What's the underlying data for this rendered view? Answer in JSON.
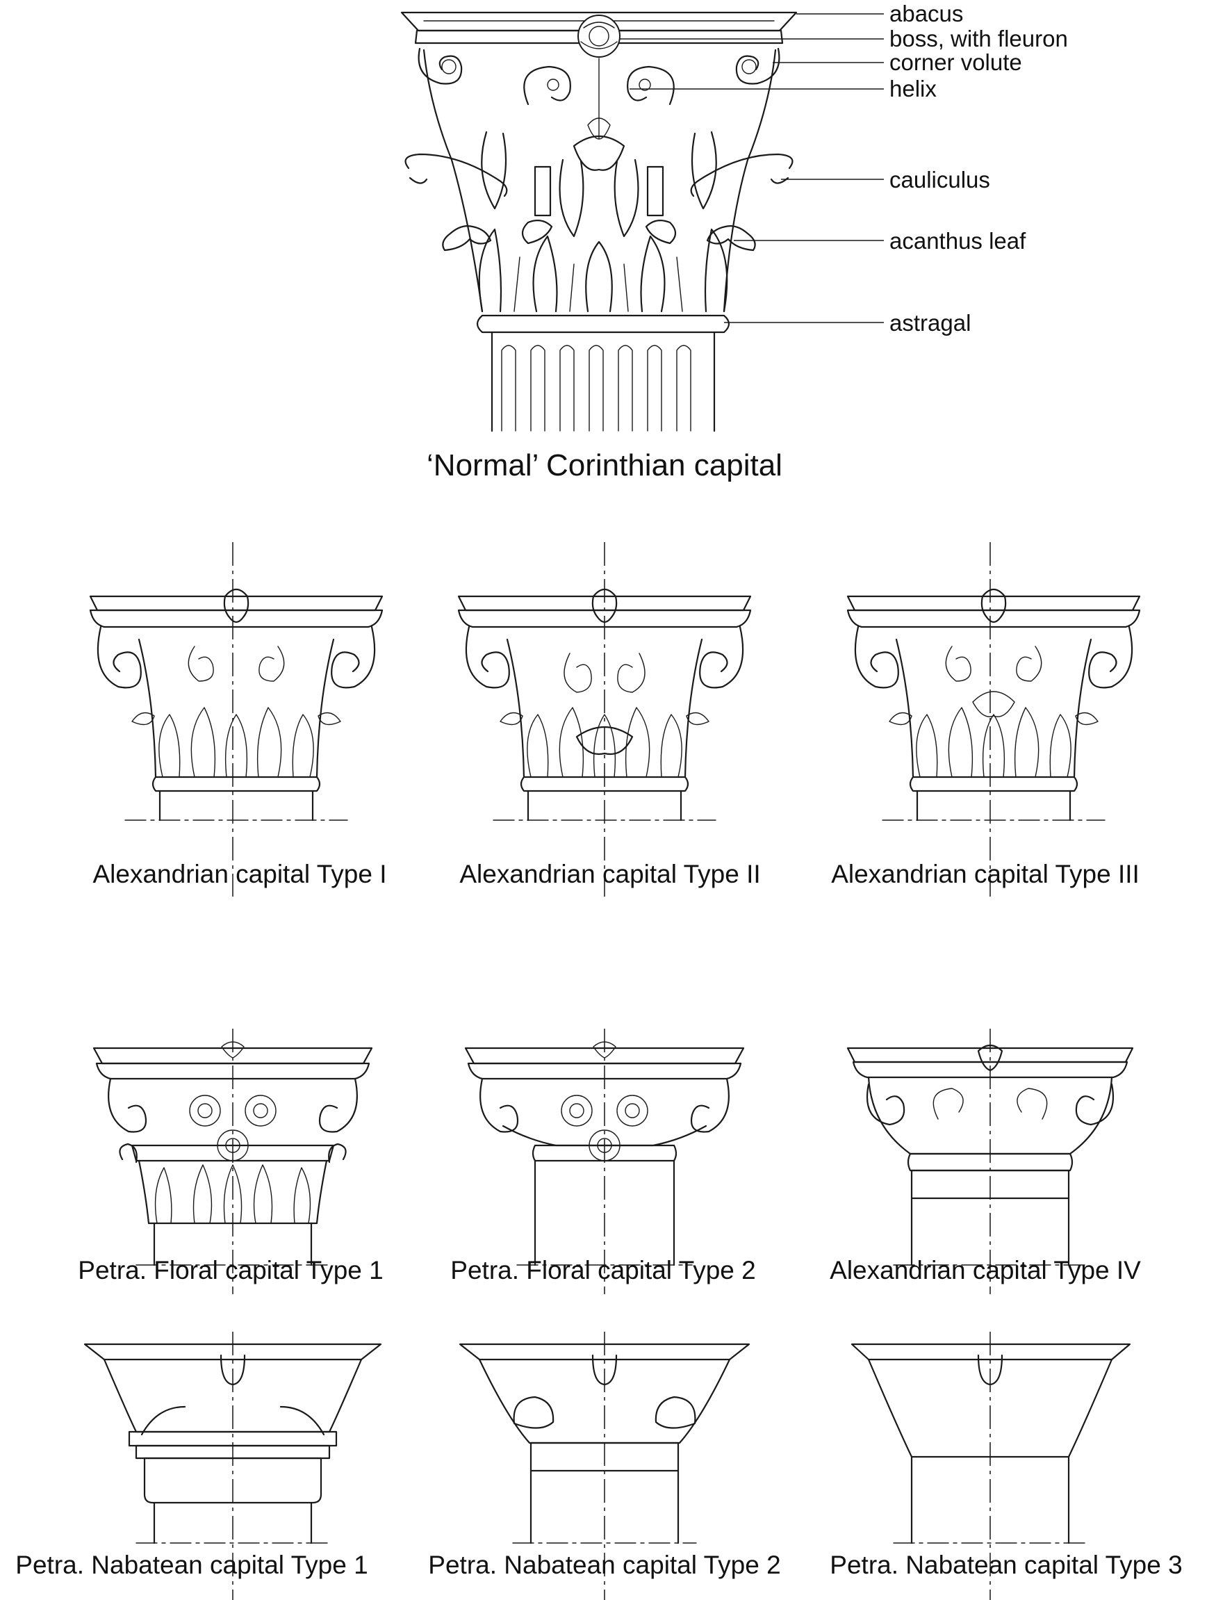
{
  "main": {
    "caption": "‘Normal’ Corinthian capital",
    "labels": [
      "abacus",
      "boss, with fleuron",
      "corner volute",
      "helix",
      "cauliculus",
      "acanthus leaf",
      "astragal"
    ]
  },
  "capitals": [
    {
      "caption": "Alexandrian capital Type I"
    },
    {
      "caption": "Alexandrian capital Type II"
    },
    {
      "caption": "Alexandrian capital Type III"
    },
    {
      "caption": "Petra. Floral capital Type 1"
    },
    {
      "caption": "Petra. Floral capital Type 2"
    },
    {
      "caption": "Alexandrian capital Type IV"
    },
    {
      "caption": "Petra. Nabatean capital Type 1"
    },
    {
      "caption": "Petra. Nabatean capital Type 2"
    },
    {
      "caption": "Petra. Nabatean capital Type 3"
    }
  ],
  "colors": {
    "ink": "#1a1a1a",
    "paper": "#ffffff"
  }
}
